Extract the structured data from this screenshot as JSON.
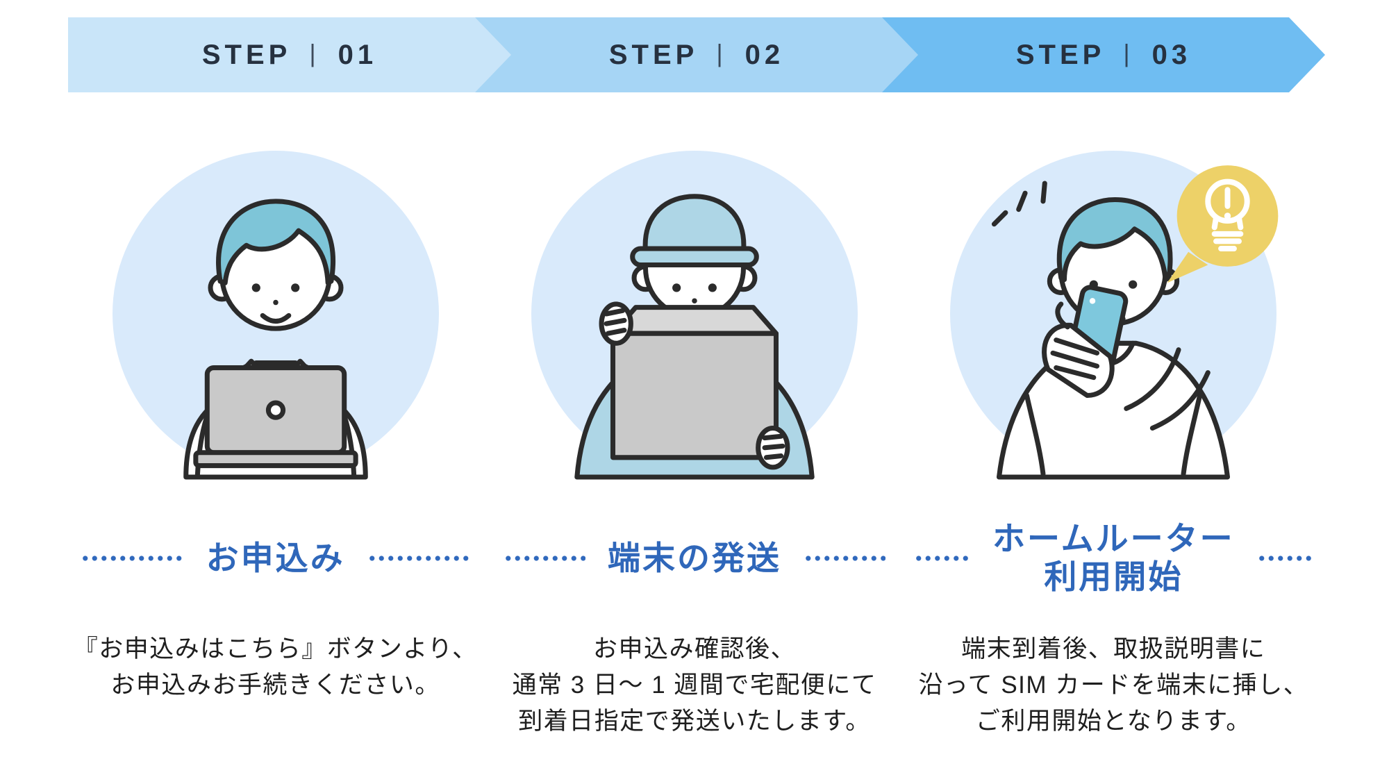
{
  "colors": {
    "banner1": "#c9e5f9",
    "banner2": "#a6d5f5",
    "banner3": "#6fbdf2",
    "banner-text": "#263140",
    "title-blue": "#2f67ba",
    "accent-blue": "#3069bd",
    "circle-bg": "#d9eafb",
    "body-text": "#1e1e1e",
    "bubble-yellow": "#edd168",
    "illus-blue": "#7ec5d8",
    "phone-blue": "#7ec8dd"
  },
  "steps": [
    {
      "step_label": "STEP",
      "step_separator": "|",
      "step_number": "01",
      "title_lines": [
        "お申込み"
      ],
      "description_lines": [
        "『お申込みはこちら』ボタンより、",
        "お申込みお手続きください。"
      ],
      "illustration": "person-applying-on-laptop"
    },
    {
      "step_label": "STEP",
      "step_separator": "|",
      "step_number": "02",
      "title_lines": [
        "端末の発送"
      ],
      "description_lines": [
        "お申込み確認後、",
        "通常 3 日〜 1 週間で宅配便にて",
        "到着日指定で発送いたします。"
      ],
      "illustration": "courier-with-package"
    },
    {
      "step_label": "STEP",
      "step_separator": "|",
      "step_number": "03",
      "title_lines": [
        "ホームルーター",
        "利用開始"
      ],
      "description_lines": [
        "端末到着後、取扱説明書に",
        "沿って SIM カードを端末に挿し、",
        "ご利用開始となります。"
      ],
      "illustration": "person-starting-home-router",
      "badge_icon": "lightbulb-alert-icon"
    }
  ]
}
